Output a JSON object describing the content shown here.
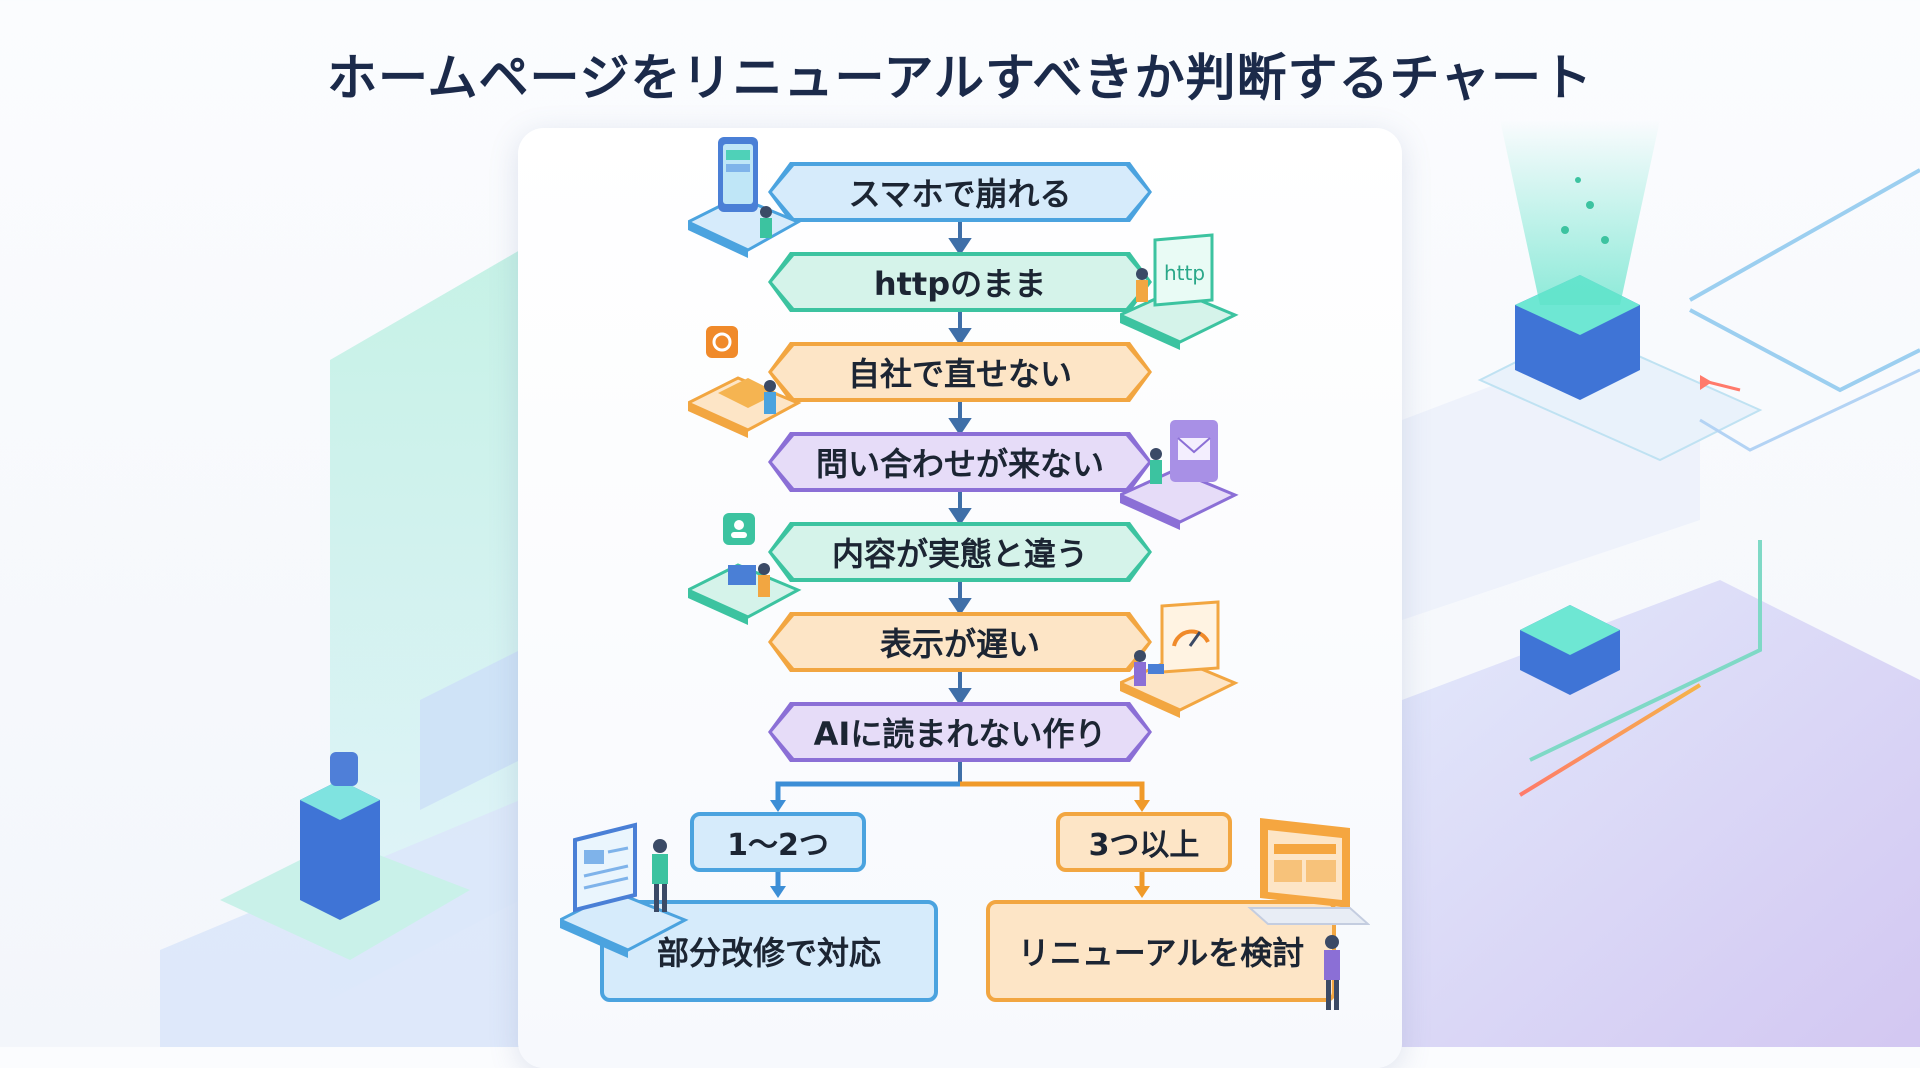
{
  "title": "ホームページをリニューアルすべきか判断するチャート",
  "colors": {
    "blue": "#4ba3df",
    "green": "#3cc3a0",
    "orange": "#f2a641",
    "purple": "#8b6fd6",
    "connector": "#3f6fa8",
    "title": "#1b2a4a"
  },
  "steps": [
    {
      "label": "スマホで崩れる",
      "color": "blue",
      "icon": "smartphone-icon"
    },
    {
      "label": "httpのまま",
      "color": "green",
      "icon": "http-screen-icon",
      "icon_text": "http"
    },
    {
      "label": "自社で直せない",
      "color": "orange",
      "icon": "settings-box-icon"
    },
    {
      "label": "問い合わせが来ない",
      "color": "purple",
      "icon": "mail-icon"
    },
    {
      "label": "内容が実態と違う",
      "color": "green",
      "icon": "profile-icon"
    },
    {
      "label": "表示が遅い",
      "color": "orange",
      "icon": "speedometer-icon"
    },
    {
      "label": "AIに読まれない作り",
      "color": "purple",
      "icon": ""
    }
  ],
  "branches": [
    {
      "condition": "1〜2つ",
      "result": "部分改修で対応",
      "color": "blue",
      "icon": "browser-window-icon"
    },
    {
      "condition": "3つ以上",
      "result": "リニューアルを検討",
      "color": "orange",
      "icon": "laptop-layout-icon"
    }
  ]
}
